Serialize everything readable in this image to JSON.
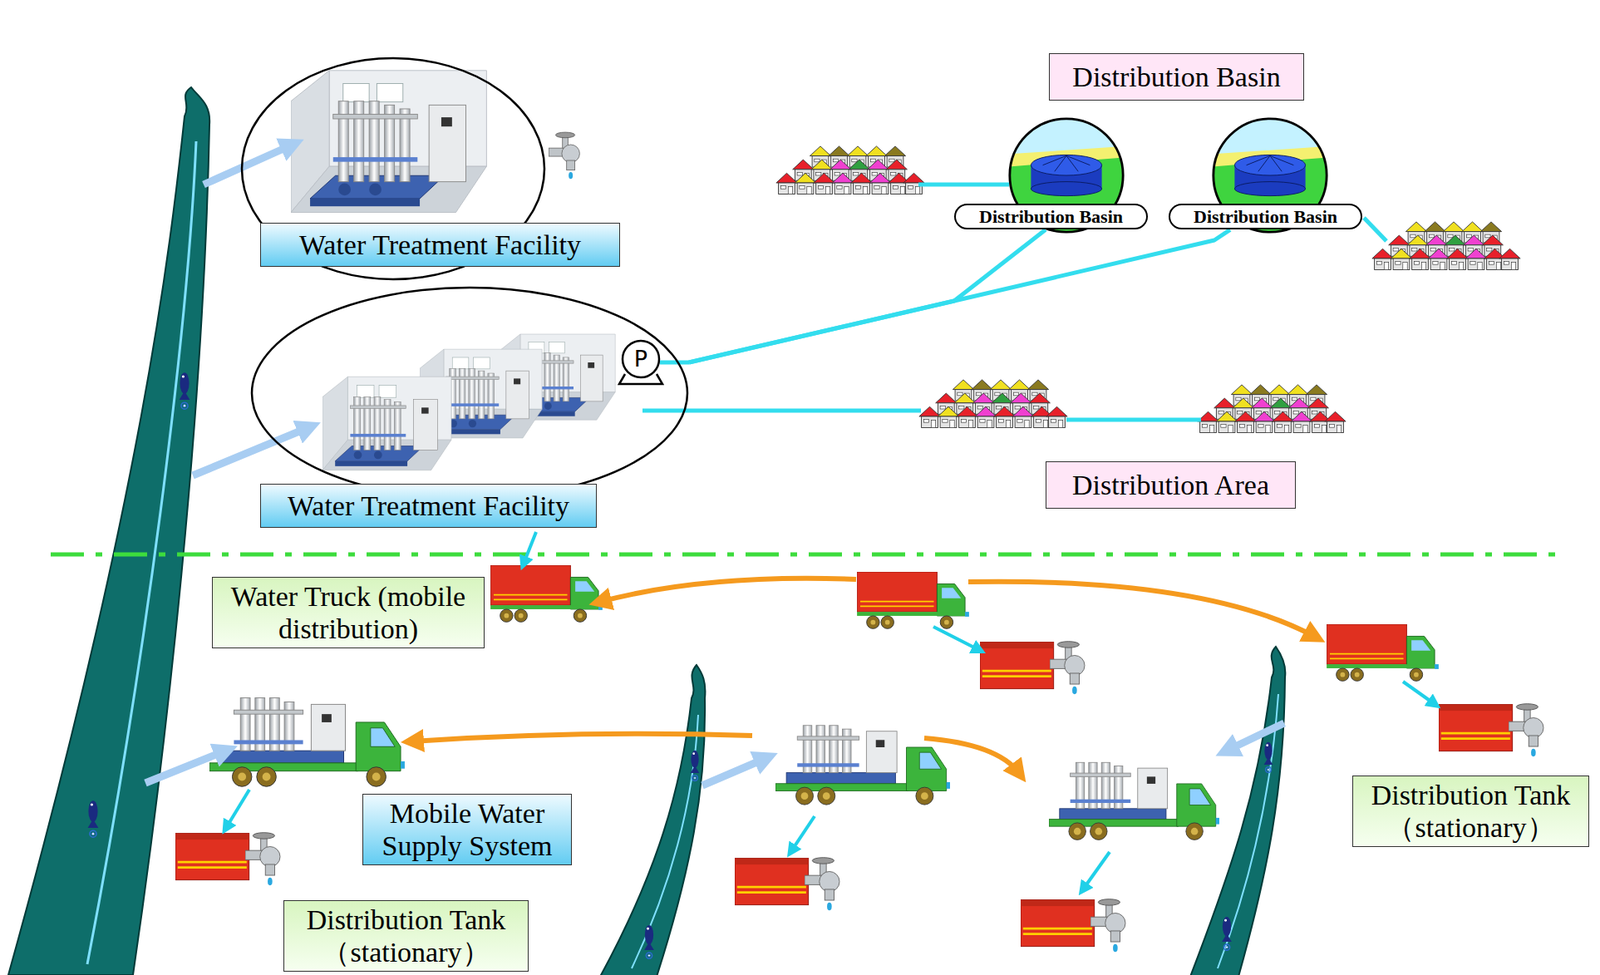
{
  "diagram": {
    "nodes": [
      {
        "text": [
          "Water Treatment Facility"
        ]
      },
      {
        "text": [
          "Distribution Basin"
        ]
      },
      {
        "text": [
          "Distribution Basin"
        ]
      },
      {
        "text": [
          "Distribution Basin"
        ]
      },
      {
        "text": [
          "Water Treatment Facility"
        ]
      },
      {
        "text": [
          "Distribution Area"
        ]
      },
      {
        "text": [
          "Water Truck (mobile distribution)"
        ]
      },
      {
        "text": [
          "Distribution Tank （stationary）"
        ]
      },
      {
        "text": [
          "Mobile Water Supply System"
        ]
      },
      {
        "text": [
          "Distribution Tank （stationary）"
        ]
      }
    ],
    "edges": [
      {
        "from": 4,
        "to": 2,
        "arrow": "none"
      },
      {
        "from": 4,
        "to": 3,
        "arrow": "none"
      }
    ],
    "labels": [
      "P"
    ]
  }
}
